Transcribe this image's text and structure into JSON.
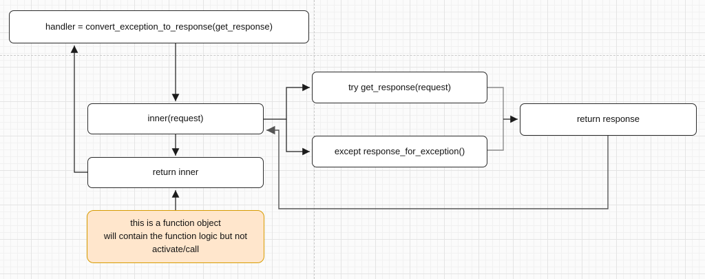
{
  "diagram": {
    "nodes": {
      "handler": {
        "label": "handler = convert_exception_to_response(get_response)"
      },
      "inner": {
        "label": "inner(request)"
      },
      "return_inner": {
        "label": "return inner"
      },
      "try_block": {
        "label": "try get_response(request)"
      },
      "except_block": {
        "label": "except response_for_exception()"
      },
      "return_response": {
        "label": "return response"
      },
      "note": {
        "text": "this is a function object\nwill contain the function logic but not\nactivate/call"
      }
    },
    "colors": {
      "node_fill": "#ffffff",
      "node_border": "#000000",
      "note_fill": "#ffe6cc",
      "note_border": "#d79b00",
      "edge_black": "#000000",
      "edge_gray": "#666666"
    }
  }
}
